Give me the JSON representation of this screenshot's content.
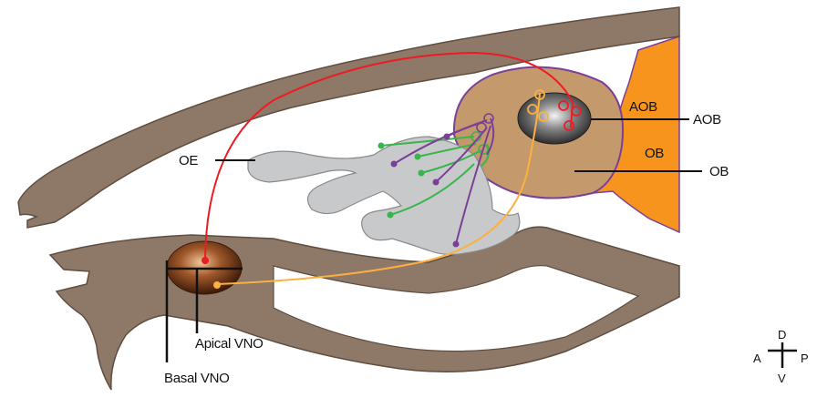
{
  "labels": {
    "oe": "OE",
    "aob_inside": "AOB",
    "aob_outside": "AOB",
    "ob_inside": "OB",
    "ob_outside": "OB",
    "apical_vno": "Apical VNO",
    "basal_vno": "Basal VNO"
  },
  "compass": {
    "dorsal": "D",
    "ventral": "V",
    "anterior": "A",
    "posterior": "P"
  },
  "colors": {
    "bone": "#8e7868",
    "olfactory_bulb": "#f7941d",
    "main_bulb_tan": "#c49a6c",
    "bulb_outline": "#7b3f98",
    "epithelium": "#c8c9cb",
    "red_pathway": "#ed1c24",
    "orange_pathway": "#fbb040",
    "green_neurons": "#39b54a",
    "purple_neurons": "#7b3f98"
  }
}
